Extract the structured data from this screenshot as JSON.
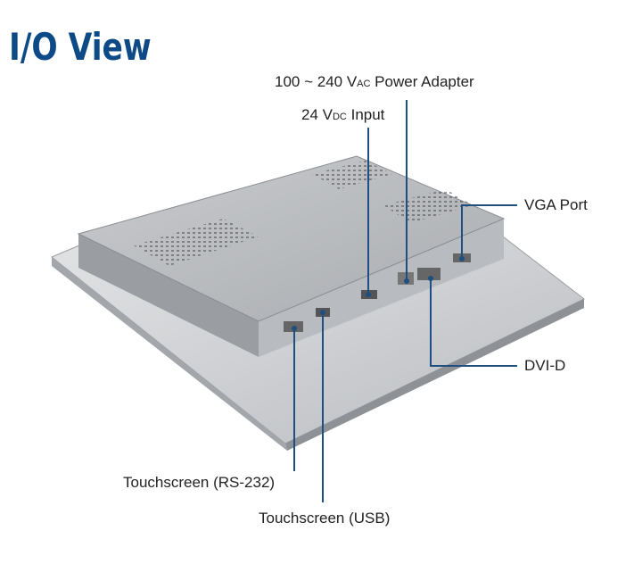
{
  "title": "I/O View",
  "labels": {
    "power_adapter": {
      "prefix": "100 ~ 240 V",
      "sub": "AC",
      "suffix": " Power Adapter"
    },
    "dc_input": {
      "prefix": "24 V",
      "sub": "DC",
      "suffix": " Input"
    },
    "vga": "VGA Port",
    "dvi": "DVI-D",
    "ts_rs232": "Touchscreen (RS-232)",
    "ts_usb": "Touchscreen (USB)"
  },
  "colors": {
    "title": "#0d4a86",
    "leader": "#1f4e80"
  }
}
